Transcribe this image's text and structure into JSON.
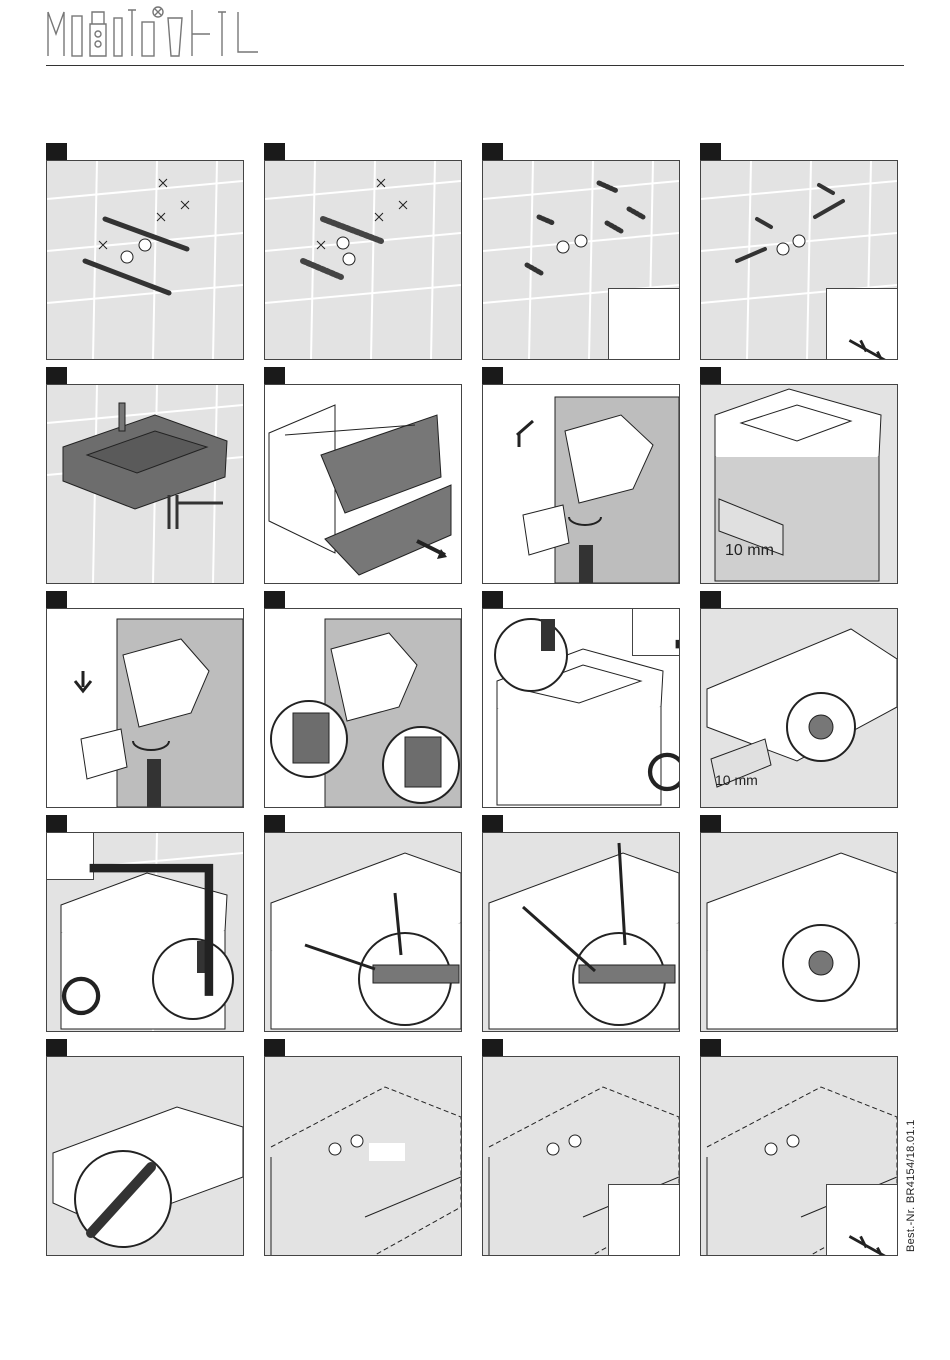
{
  "footer": {
    "order_number": "Best.-Nr. BR4154/18.01.1"
  },
  "colors": {
    "tile_bg": "#e3e3e3",
    "grout": "#ffffff",
    "line": "#333333",
    "dark_fill": "#6d6d6d"
  },
  "panels": [
    {
      "id": 1,
      "icon": "wall-marking-icon"
    },
    {
      "id": 2,
      "icon": "drill-icon"
    },
    {
      "id": 3,
      "icon": "wall-plug-icon"
    },
    {
      "id": 4,
      "icon": "screw-icon"
    },
    {
      "id": 5,
      "icon": "washbasin-icon"
    },
    {
      "id": 6,
      "icon": "drawer-icon"
    },
    {
      "id": 7,
      "icon": "siphon-icon"
    },
    {
      "id": 8,
      "icon": "spacer-block-icon",
      "label": "10 mm"
    },
    {
      "id": 9,
      "icon": "siphon-icon"
    },
    {
      "id": 10,
      "icon": "block-adjust-icon"
    },
    {
      "id": 11,
      "icon": "allen-key-icon"
    },
    {
      "id": 12,
      "icon": "spacer-block-icon",
      "label": "10 mm"
    },
    {
      "id": 13,
      "icon": "allen-key-icon"
    },
    {
      "id": 14,
      "icon": "sealant-strip-icon"
    },
    {
      "id": 15,
      "icon": "sealant-strip-icon"
    },
    {
      "id": 16,
      "icon": "bracket-screw-icon"
    },
    {
      "id": 17,
      "icon": "pliers-icon"
    },
    {
      "id": 18,
      "icon": "cabinet-outline-icon"
    },
    {
      "id": 19,
      "icon": "wall-plug-icon"
    },
    {
      "id": 20,
      "icon": "screw-icon"
    }
  ]
}
